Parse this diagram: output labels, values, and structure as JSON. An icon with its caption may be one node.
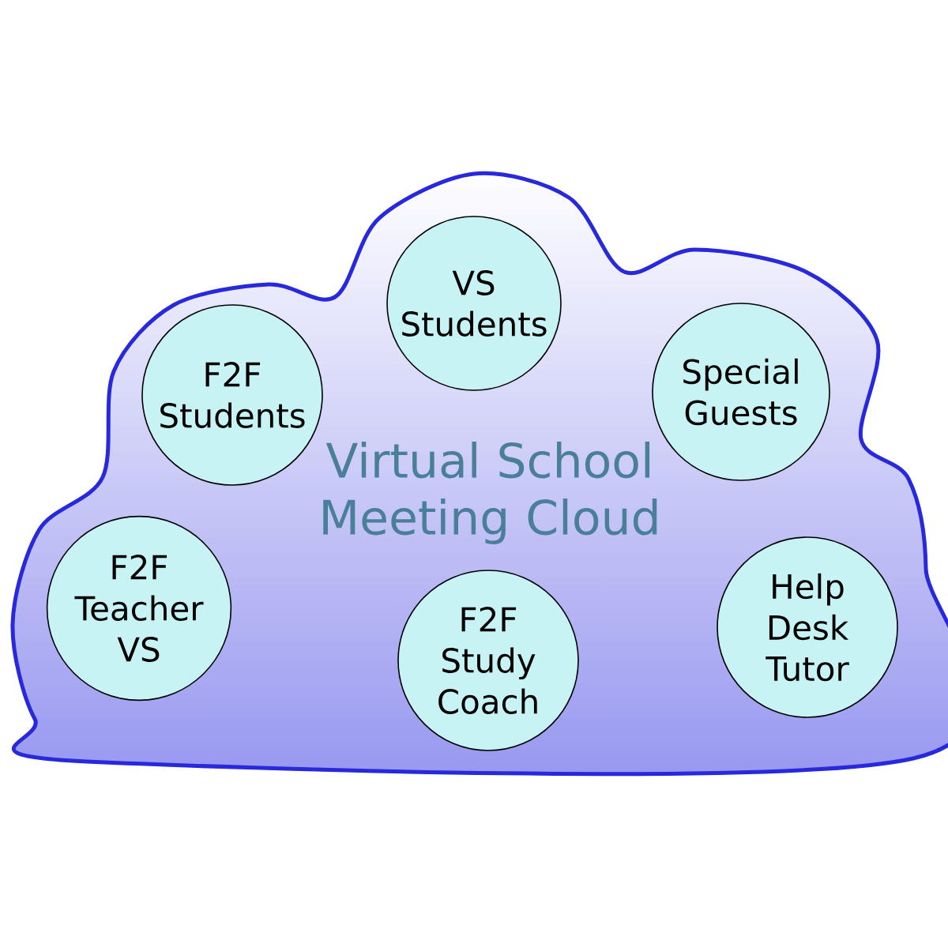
{
  "diagram": {
    "nodes": [
      {
        "text": [
          "Virtual School Meeting Cloud"
        ]
      },
      {
        "text": [
          "VS Students"
        ],
        "in": 0
      },
      {
        "text": [
          "F2F Students"
        ],
        "in": 0
      },
      {
        "text": [
          "Special Guests"
        ],
        "in": 0
      },
      {
        "text": [
          "F2F Teacher VS"
        ],
        "in": 0
      },
      {
        "text": [
          "F2F Study Coach"
        ],
        "in": 0
      },
      {
        "text": [
          "Help Desk Tutor"
        ],
        "in": 0
      }
    ]
  }
}
